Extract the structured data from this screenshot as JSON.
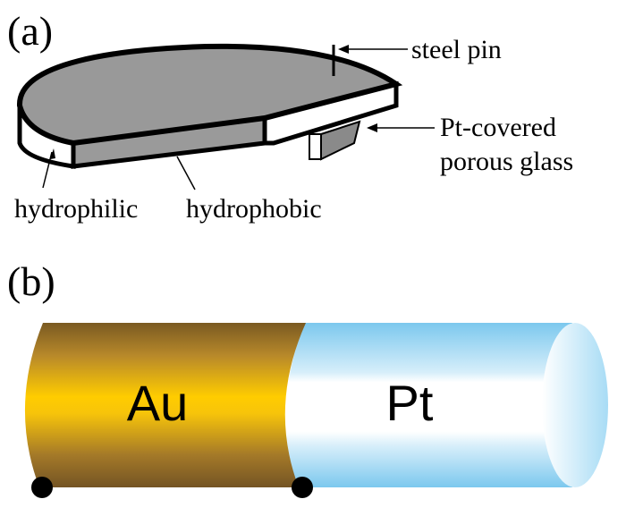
{
  "panel_a": {
    "label": "(a)",
    "labels": {
      "steel_pin": "steel pin",
      "pt_line1": "Pt-covered",
      "pt_line2": "porous glass",
      "hydrophilic": "hydrophilic",
      "hydrophobic": "hydrophobic"
    },
    "colors": {
      "disk_top": "#999999",
      "hydrophobic_side": "#9a9a9a",
      "hydrophilic_side": "#ffffff"
    }
  },
  "panel_b": {
    "label": "(b)",
    "segments": {
      "au": "Au",
      "pt": "Pt"
    },
    "colors": {
      "au_dark": "#7a5a22",
      "au_light": "#ffcc00",
      "pt_dark": "#7cc8ee",
      "pt_light": "#ffffff"
    }
  }
}
